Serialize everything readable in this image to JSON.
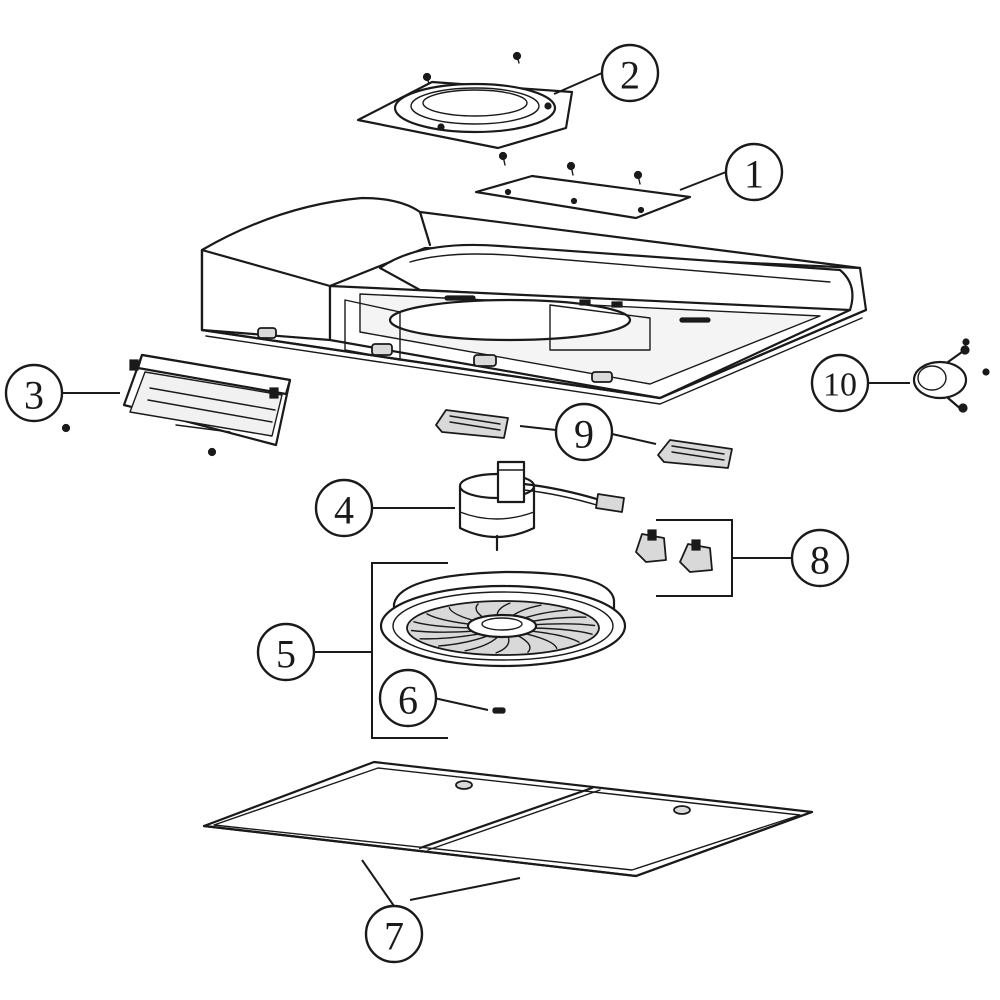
{
  "callouts": [
    {
      "id": "c1",
      "label": "1"
    },
    {
      "id": "c2",
      "label": "2"
    },
    {
      "id": "c3",
      "label": "3"
    },
    {
      "id": "c4",
      "label": "4"
    },
    {
      "id": "c5",
      "label": "5"
    },
    {
      "id": "c6",
      "label": "6"
    },
    {
      "id": "c7",
      "label": "7"
    },
    {
      "id": "c8",
      "label": "8"
    },
    {
      "id": "c9",
      "label": "9"
    },
    {
      "id": "c10",
      "label": "10"
    }
  ]
}
